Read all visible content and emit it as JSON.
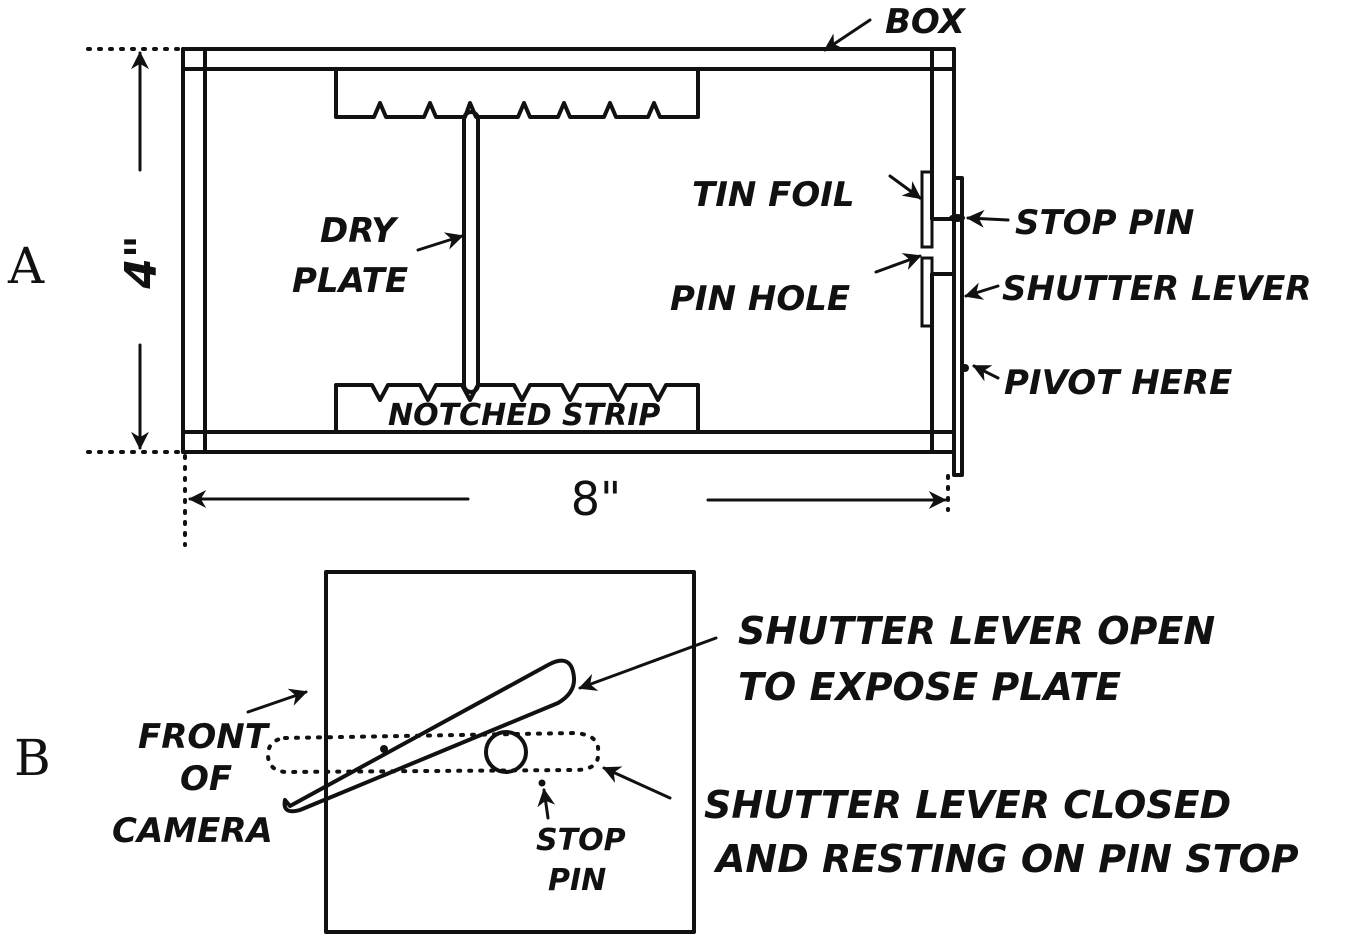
{
  "figure": {
    "title": "Pinhole camera construction",
    "colors": {
      "ink": "#111111",
      "paper": "#ffffff"
    }
  },
  "panel_a": {
    "letter": "A",
    "height_dimension": "4\"",
    "width_dimension": "8\"",
    "labels": {
      "box": "BOX",
      "dry_plate_line1": "DRY",
      "dry_plate_line2": "PLATE",
      "notched_strip": "NOTCHED STRIP",
      "tin_foil": "TIN FOIL",
      "pin_hole": "PIN HOLE",
      "stop_pin": "STOP PIN",
      "shutter_lever": "SHUTTER LEVER",
      "pivot_here": "PIVOT HERE"
    }
  },
  "panel_b": {
    "letter": "B",
    "labels": {
      "front_line1": "FRONT",
      "front_line2": "OF",
      "front_line3": "CAMERA",
      "stop_pin_line1": "STOP",
      "stop_pin_line2": "PIN",
      "open_line1": "SHUTTER LEVER OPEN",
      "open_line2": "TO EXPOSE PLATE",
      "closed_line1": "SHUTTER LEVER CLOSED",
      "closed_line2": "AND RESTING ON PIN STOP"
    }
  }
}
